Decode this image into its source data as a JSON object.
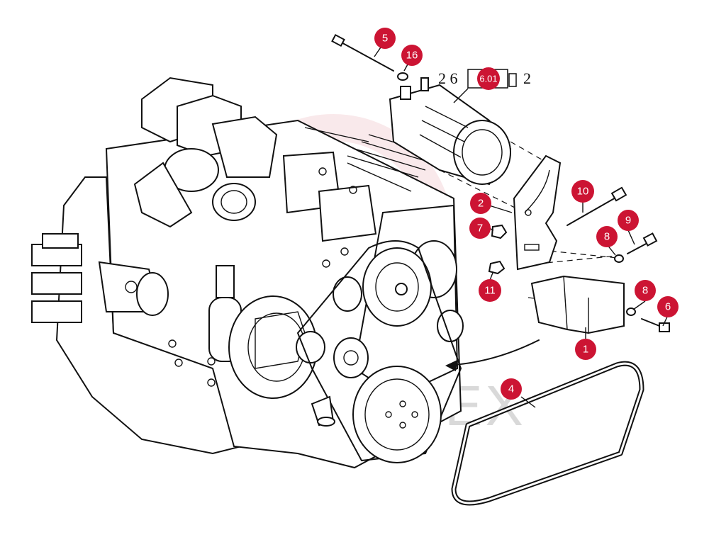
{
  "diagram": {
    "watermark": "DOOTEX",
    "watermark_color": "#e8a0a8",
    "badge_color": "#cc1433",
    "reference": {
      "prefix": "2 6",
      "code": "6.01",
      "suffix": "2"
    },
    "callouts": [
      {
        "id": "5",
        "label": "5"
      },
      {
        "id": "16",
        "label": "16"
      },
      {
        "id": "ref",
        "label": "6.01"
      },
      {
        "id": "2",
        "label": "2"
      },
      {
        "id": "7",
        "label": "7"
      },
      {
        "id": "10",
        "label": "10"
      },
      {
        "id": "9",
        "label": "9"
      },
      {
        "id": "8a",
        "label": "8"
      },
      {
        "id": "11",
        "label": "11"
      },
      {
        "id": "8b",
        "label": "8"
      },
      {
        "id": "6",
        "label": "6"
      },
      {
        "id": "1",
        "label": "1"
      },
      {
        "id": "4",
        "label": "4"
      }
    ]
  }
}
